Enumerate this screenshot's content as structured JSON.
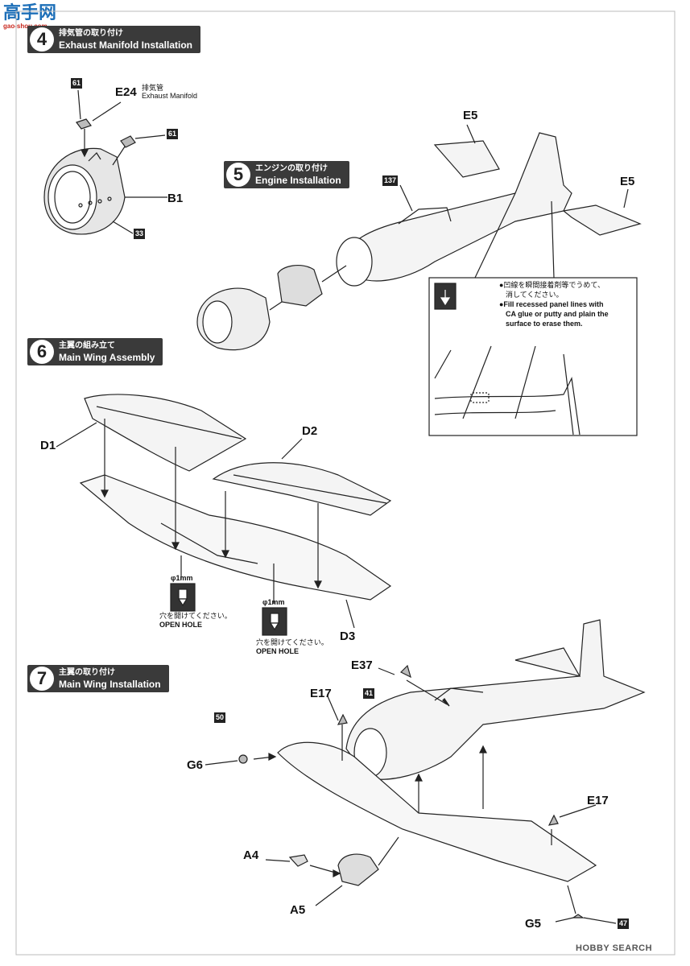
{
  "header": {
    "logo_main": "高手网",
    "logo_sub": "gao-shou.com"
  },
  "steps": [
    {
      "number": "4",
      "title_ja": "排気管の取り付け",
      "title_en": "Exhaust Manifold Installation"
    },
    {
      "number": "5",
      "title_ja": "エンジンの取り付け",
      "title_en": "Engine Installation"
    },
    {
      "number": "6",
      "title_ja": "主翼の組み立て",
      "title_en": "Main Wing Assembly"
    },
    {
      "number": "7",
      "title_ja": "主翼の取り付け",
      "title_en": "Main Wing Installation"
    }
  ],
  "step4": {
    "part_e24": "E24",
    "part_e24_ja": "排気管",
    "part_e24_en": "Exhaust Manifold",
    "part_b1": "B1",
    "tag_61a": "61",
    "tag_61b": "61",
    "tag_33": "33"
  },
  "step5": {
    "tag_137": "137",
    "part_e5_left": "E5",
    "part_e5_right": "E5",
    "note_ja_1": "●凹線を瞬間接着剤等でうめて、",
    "note_ja_2": "消してください。",
    "note_en_1": "●Fill recessed panel lines with",
    "note_en_2": "CA glue or putty and plain the",
    "note_en_3": "surface to erase them."
  },
  "step6": {
    "part_d1": "D1",
    "part_d2": "D2",
    "part_d3": "D3",
    "hole1_size": "φ1mm",
    "hole1_ja": "穴を開けてください。",
    "hole1_en": "OPEN HOLE",
    "hole2_size": "φ1mm",
    "hole2_ja": "穴を開けてください。",
    "hole2_en": "OPEN HOLE"
  },
  "step7": {
    "part_e37": "E37",
    "tag_41": "41",
    "part_e17_left": "E17",
    "part_e17_right": "E17",
    "tag_50": "50",
    "part_g6": "G6",
    "part_a4": "A4",
    "part_a5": "A5",
    "part_g5": "G5",
    "tag_47": "47"
  },
  "footer": {
    "watermark": "HOBBY SEARCH"
  }
}
